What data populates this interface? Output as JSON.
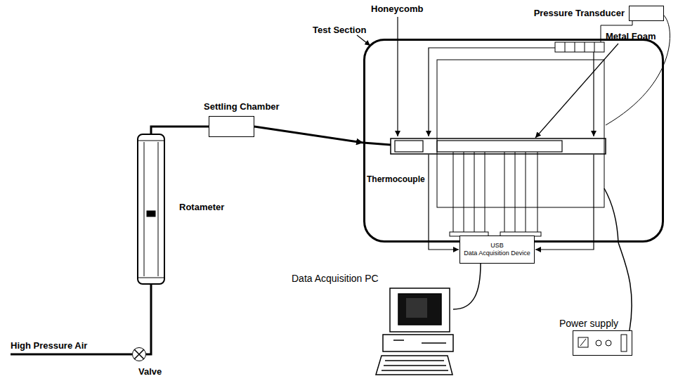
{
  "diagram": {
    "nodes": [
      {
        "text": [
          "Test Section"
        ]
      },
      {
        "text": [
          "Pressure Transducer"
        ]
      },
      {
        "text": [
          "Settling Chamber"
        ]
      },
      {
        "text": [
          "Rotameter"
        ]
      },
      {
        "text": [
          "Valve"
        ]
      },
      {
        "text": [
          "USB",
          "Data Acquisition Device"
        ]
      },
      {
        "text": [
          "Data Acquisition PC"
        ]
      },
      {
        "text": [
          "Power supply"
        ]
      }
    ],
    "edges": [
      {
        "from": 4,
        "to": 3,
        "arrow": "none"
      },
      {
        "from": 3,
        "to": 2,
        "arrow": "none"
      },
      {
        "from": 2,
        "to": 0,
        "arrow": "to"
      },
      {
        "from": 5,
        "to": 6,
        "arrow": "none"
      },
      {
        "from": 7,
        "to": 0,
        "arrow": "none"
      }
    ],
    "labels": [
      "Honeycomb",
      "Metal Foam",
      "Thermocouple",
      "High Pressure Air"
    ]
  }
}
